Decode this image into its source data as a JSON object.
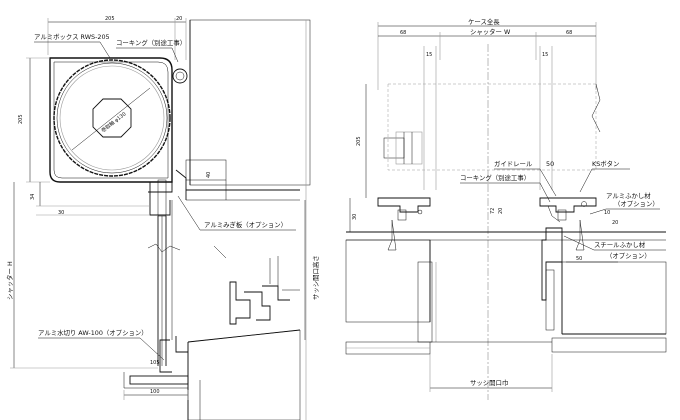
{
  "left": {
    "box_label": "アルミボックス RWS-205",
    "caulking_label": "コーキング（別途工事）",
    "slat_label": "アルミみぎ板（オプション）",
    "axis_label": "巻取軸 φ130",
    "shutter_h": "シャッター H",
    "sash_h": "サッシ開口高さ",
    "water_label": "アルミ水切り AW-100（オプション）",
    "dims": {
      "top_width": "205",
      "top_right": "20",
      "box_height": "205",
      "d40": "40",
      "d34": "34",
      "d30": "30",
      "d105": "105",
      "d100": "100"
    }
  },
  "right": {
    "case_length": "ケース全長",
    "shutter_w": "シャッター W",
    "guide_rail": "ガイドレール",
    "caulking_label": "コーキング（別途工事）",
    "screw_label": "KSボタン",
    "alu_fukashi": [
      "アルミふかし材",
      "（オプション）"
    ],
    "steel_fukashi": [
      "スチールふかし材",
      "（オプション）"
    ],
    "sash_width": "サッシ開口巾",
    "dims": {
      "left_68": "68",
      "right_68": "68",
      "d15a": "15",
      "d15b": "15",
      "d205": "205",
      "d50": "50",
      "d72": "72",
      "d20": "20",
      "d30": "30",
      "d10": "10",
      "d20b": "20",
      "d50b": "50"
    }
  }
}
